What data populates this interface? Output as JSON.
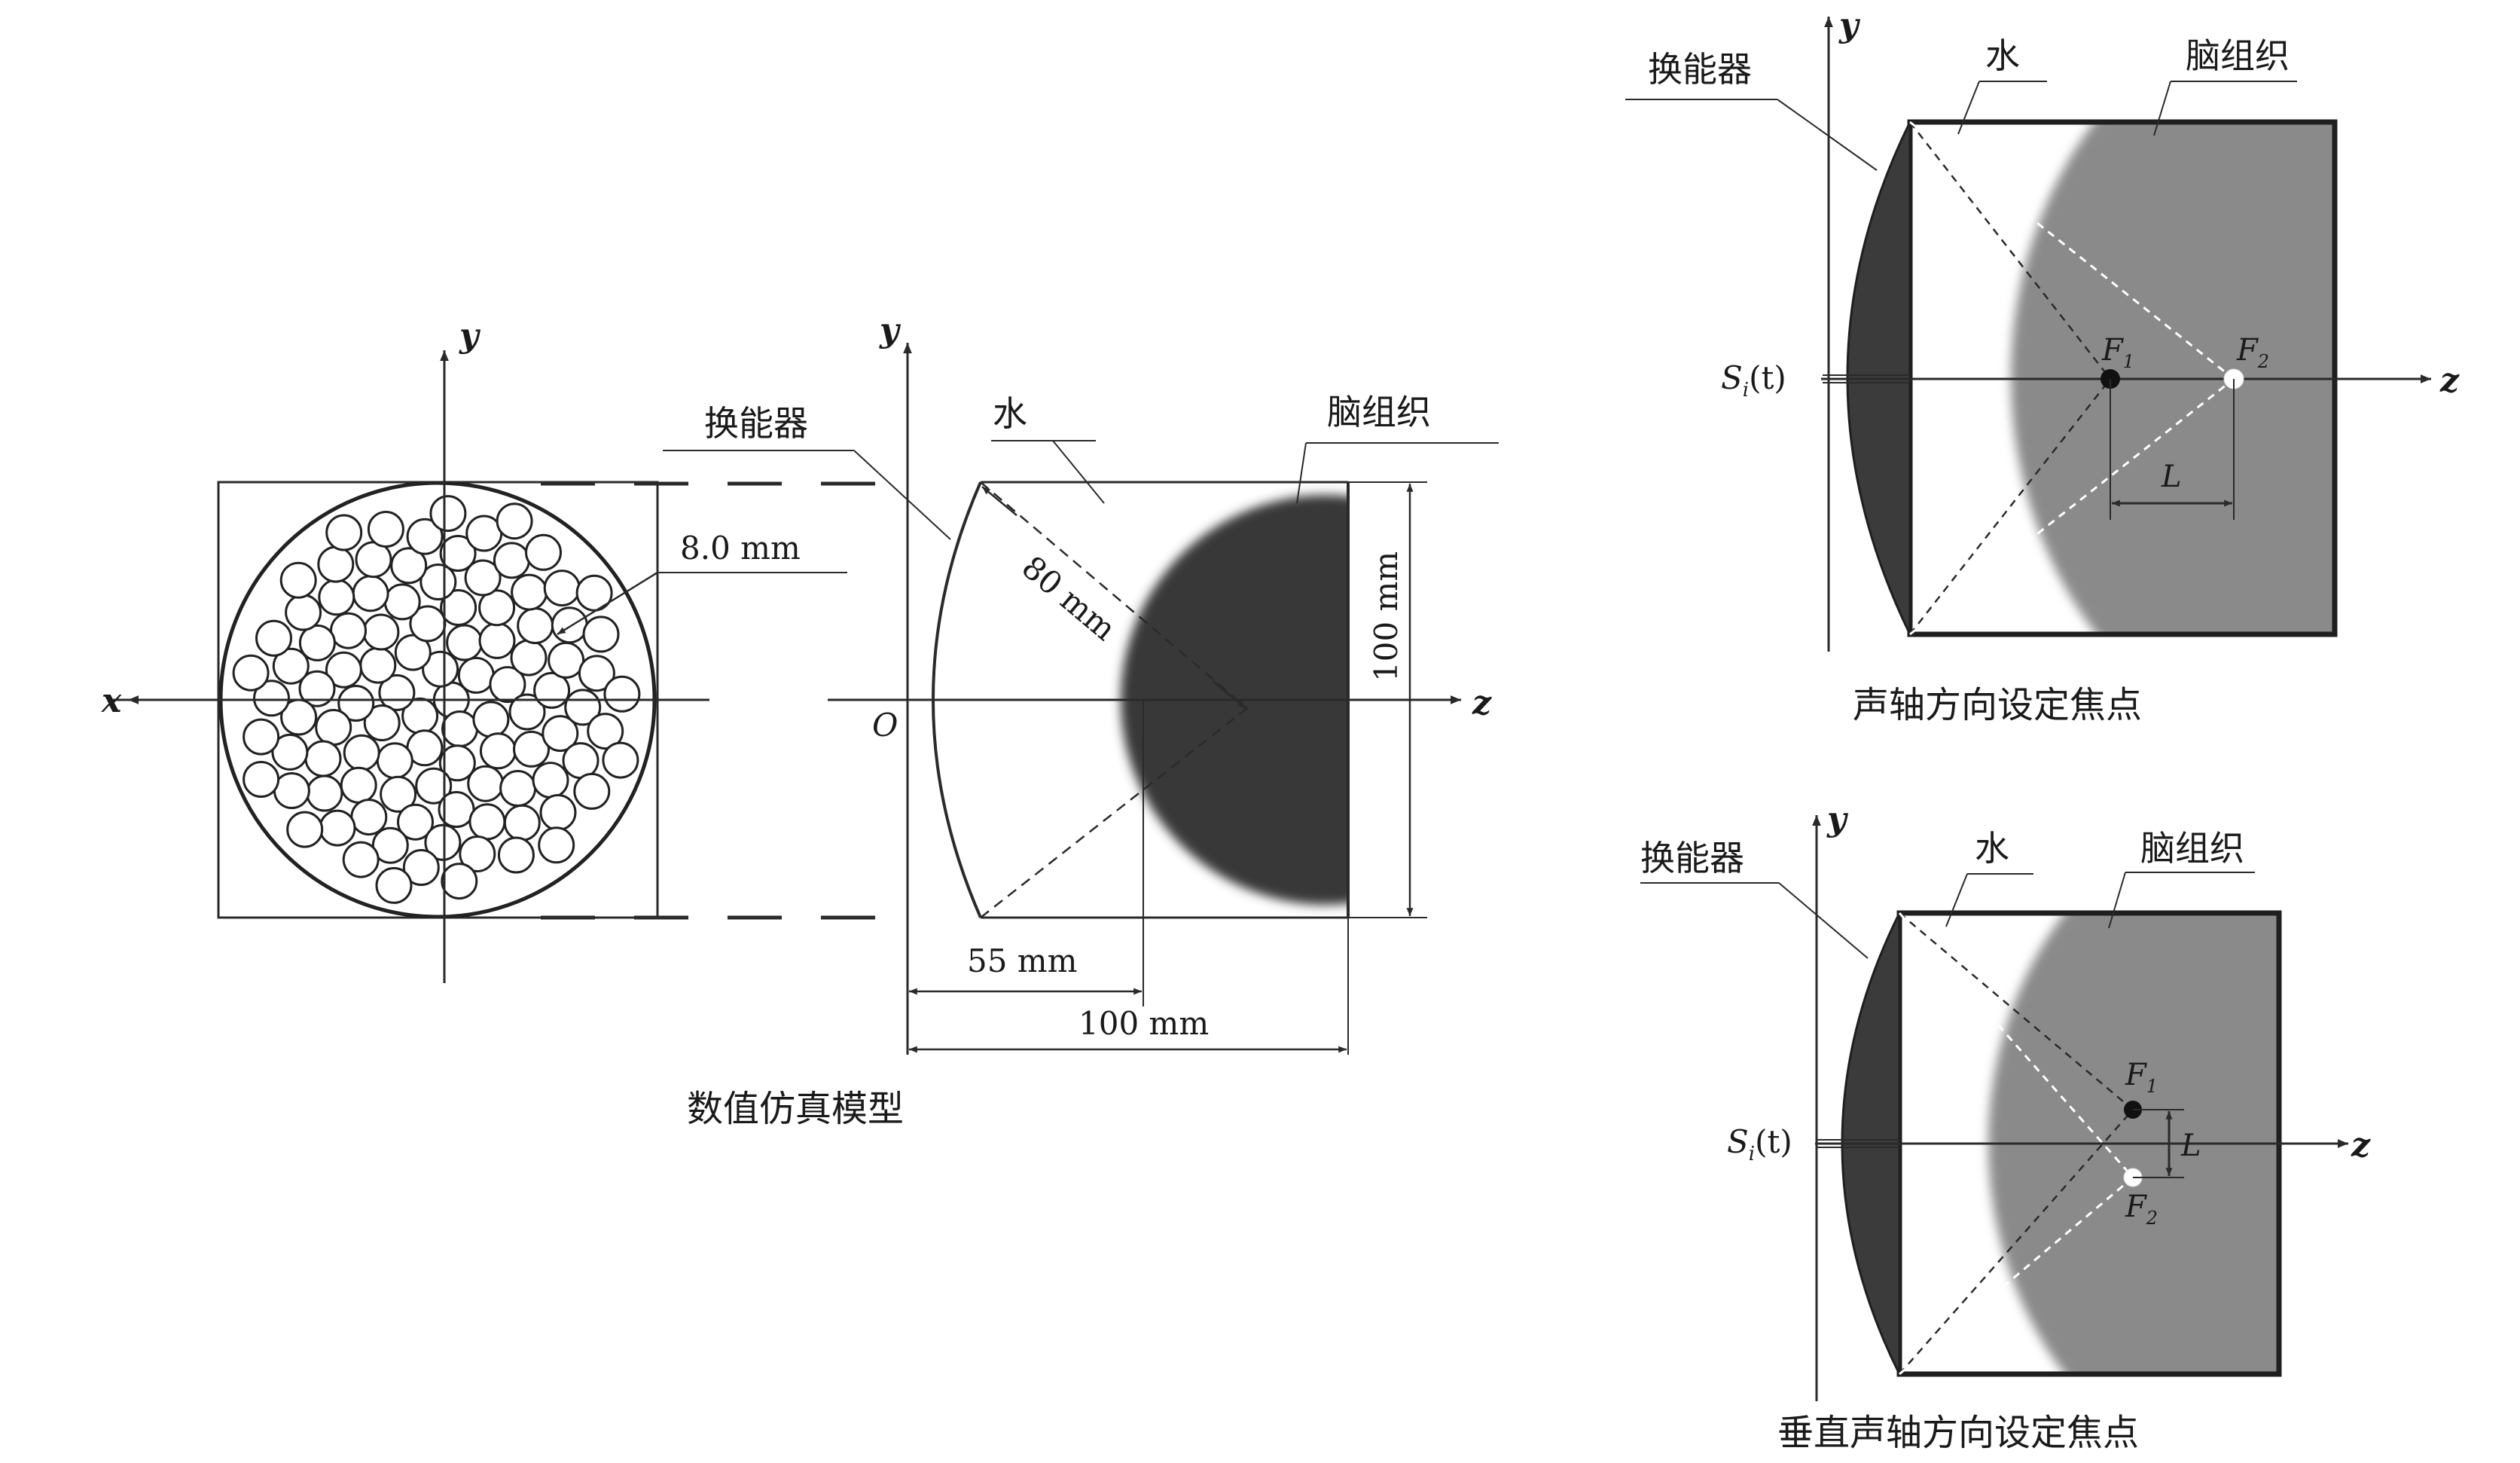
{
  "model": {
    "axis_x": "x",
    "axis_y": "y",
    "axis_y2": "y",
    "axis_z": "z",
    "origin": "O",
    "label_transducer": "换能器",
    "label_water": "水",
    "label_brain": "脑组织",
    "dim_element": "8.0 mm",
    "dim_radius": "80 mm",
    "dim_height": "100 mm",
    "dim_focus_depth": "55 mm",
    "dim_length": "100 mm",
    "caption": "数值仿真模型",
    "element_count": 100
  },
  "axial": {
    "axis_y": "y",
    "axis_z": "z",
    "label_transducer": "换能器",
    "label_water": "水",
    "label_brain": "脑组织",
    "signal_s": "S",
    "signal_i": "i",
    "signal_t": "(t)",
    "f1_main": "F",
    "f1_sub": "1",
    "f2_main": "F",
    "f2_sub": "2",
    "L": "L",
    "caption": "声轴方向设定焦点"
  },
  "lateral": {
    "axis_y": "y",
    "axis_z": "z",
    "label_transducer": "换能器",
    "label_water": "水",
    "label_brain": "脑组织",
    "signal_s": "S",
    "signal_i": "i",
    "signal_t": "(t)",
    "f1_main": "F",
    "f1_sub": "1",
    "f2_main": "F",
    "f2_sub": "2",
    "L": "L",
    "caption": "垂直声轴方向设定焦点"
  },
  "colors": {
    "line": "#2a2a2a",
    "transducer": "#3b3b3b",
    "brain_model": "#383838",
    "brain_panel": "#8a8a8a"
  }
}
